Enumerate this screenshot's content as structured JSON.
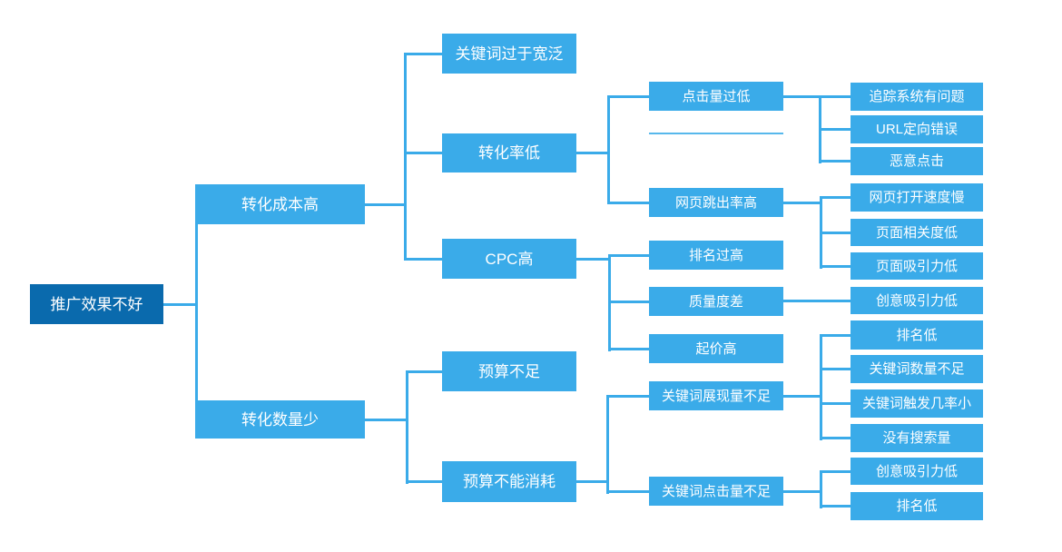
{
  "diagram": {
    "type": "mindmap-tree",
    "direction": "left-to-right",
    "colors": {
      "background": "#ffffff",
      "root_fill": "#0a6aad",
      "node_fill": "#3aabe9",
      "connector": "#3aabe9",
      "text": "#ffffff"
    },
    "root": {
      "label": "推广效果不好"
    },
    "branches": [
      {
        "label": "转化成本高",
        "children": [
          {
            "label": "关键词过于宽泛",
            "children": []
          },
          {
            "label": "转化率低",
            "children": [
              {
                "label": "点击量过低",
                "children": [
                  {
                    "label": "追踪系统有问题"
                  },
                  {
                    "label": "URL定向错误"
                  },
                  {
                    "label": "恶意点击"
                  }
                ]
              },
              {
                "label": "",
                "empty": true
              },
              {
                "label": "网页跳出率高",
                "children": [
                  {
                    "label": "网页打开速度慢"
                  },
                  {
                    "label": "页面相关度低"
                  },
                  {
                    "label": "页面吸引力低"
                  }
                ]
              }
            ]
          },
          {
            "label": "CPC高",
            "children": [
              {
                "label": "排名过高"
              },
              {
                "label": "质量度差",
                "children": [
                  {
                    "label": "创意吸引力低"
                  }
                ]
              },
              {
                "label": "起价高"
              }
            ]
          }
        ]
      },
      {
        "label": "转化数量少",
        "children": [
          {
            "label": "预算不足",
            "children": []
          },
          {
            "label": "预算不能消耗",
            "children": [
              {
                "label": "关键词展现量不足",
                "children": [
                  {
                    "label": "排名低"
                  },
                  {
                    "label": "关键词数量不足"
                  },
                  {
                    "label": "关键词触发几率小"
                  },
                  {
                    "label": "没有搜索量"
                  }
                ]
              },
              {
                "label": "关键词点击量不足",
                "children": [
                  {
                    "label": "创意吸引力低"
                  },
                  {
                    "label": "排名低"
                  }
                ]
              }
            ]
          }
        ]
      }
    ]
  }
}
